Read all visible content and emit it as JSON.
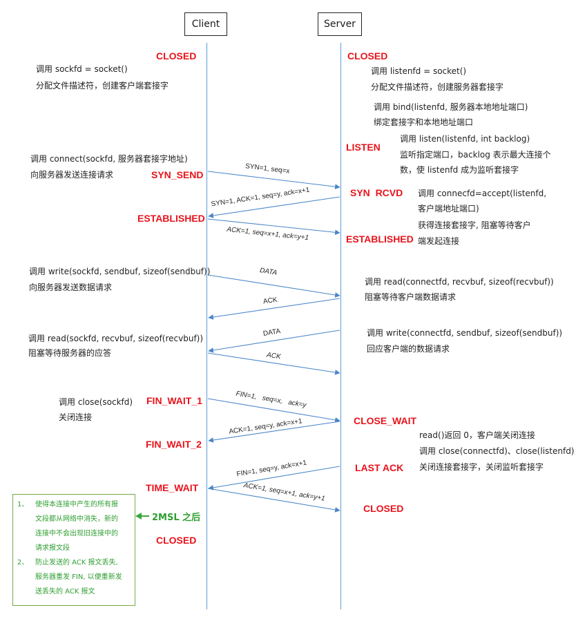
{
  "client_box": "Client",
  "server_box": "Server",
  "client_states": {
    "closed_top": "CLOSED",
    "syn_send": "SYN_SEND",
    "established": "ESTABLISHED",
    "fin_wait_1": "FIN_WAIT_1",
    "fin_wait_2": "FIN_WAIT_2",
    "time_wait": "TIME_WAIT",
    "closed_bottom": "CLOSED"
  },
  "server_states": {
    "closed_top": "CLOSED",
    "listen": "LISTEN",
    "syn_rcvd": "SYN  RCVD",
    "established": "ESTABLISHED",
    "close_wait": "CLOSE_WAIT",
    "last_ack": "LAST ACK",
    "closed_bottom": "CLOSED"
  },
  "client_text": {
    "socket_1": "调用 sockfd = socket()",
    "socket_2": "分配文件描述符，创建客户端套接字",
    "connect_1": "调用 connect(sockfd, 服务器套接字地址)",
    "connect_2": "向服务器发送连接请求",
    "write_1": "调用 write(sockfd, sendbuf, sizeof(sendbuf))",
    "write_2": "向服务器发送数据请求",
    "read_1": "调用 read(sockfd, recvbuf, sizeof(recvbuf))",
    "read_2": "阻塞等待服务器的应答",
    "close_1": "调用 close(sockfd)",
    "close_2": "关闭连接"
  },
  "server_text": {
    "socket_1": "调用 listenfd = socket()",
    "socket_2": "分配文件描述符，创建服务器套接字",
    "bind_1": "调用 bind(listenfd, 服务器本地地址端口)",
    "bind_2": "绑定套接字和本地地址端口",
    "listen_1": "调用 listen(listenfd, int backlog)",
    "listen_2": "监听指定端口，backlog 表示最大连接个",
    "listen_3": "数，使 listenfd 成为监听套接字",
    "accept_1": "调用 connecfd=accept(listenfd,",
    "accept_2": "客户端地址端口)",
    "accept_3": "获得连接套接字, 阻塞等待客户",
    "accept_4": "端发起连接",
    "read_1": "调用 read(connectfd, recvbuf, sizeof(recvbuf))",
    "read_2": "阻塞等待客户端数据请求",
    "write_1": "调用 write(connectfd, sendbuf, sizeof(sendbuf))",
    "write_2": "回应客户端的数据请求",
    "close_1": "read()返回 0，客户端关闭连接",
    "close_2": "调用 close(connectfd)、close(listenfd)",
    "close_3": "关闭连接套接字，关闭监听套接字"
  },
  "messages": {
    "syn": "SYN=1,  seq=x",
    "syn_ack": "SYN=1,  ACK=1,  seq=y,  ack=x+1",
    "ack": "ACK=1, seq=x+1, ack=y+1",
    "data_1": "DATA",
    "ack_1": "ACK",
    "data_2": "DATA",
    "ack_2": "ACK",
    "fin_1": "FIN=1,   seq=x,   ack=y",
    "ack_fin_1": "ACK=1,  seq=y,  ack=x+1",
    "fin_2": "FIN=1,  seq=y,  ack=x+1",
    "ack_fin_2": "ACK=1, seq=x+1, ack=y+1"
  },
  "msl_label": "2MSL 之后",
  "note": [
    {
      "num": "1、",
      "lines": [
        "使得本连接中产生的所有报",
        "文段都从网络中消失，新的",
        "连接中不会出现旧连接中的",
        "请求报文段"
      ]
    },
    {
      "num": "2、",
      "lines": [
        "防止发送的 ACK 报文丢失,",
        "服务器重发 FIN, 以便重新发",
        "送丢失的 ACK 报文"
      ]
    }
  ],
  "colors": {
    "state_red": "#e8131b",
    "lifeline_blue": "#5b9bd5",
    "note_green": "#2e9e30",
    "note_border": "#70ad47"
  }
}
